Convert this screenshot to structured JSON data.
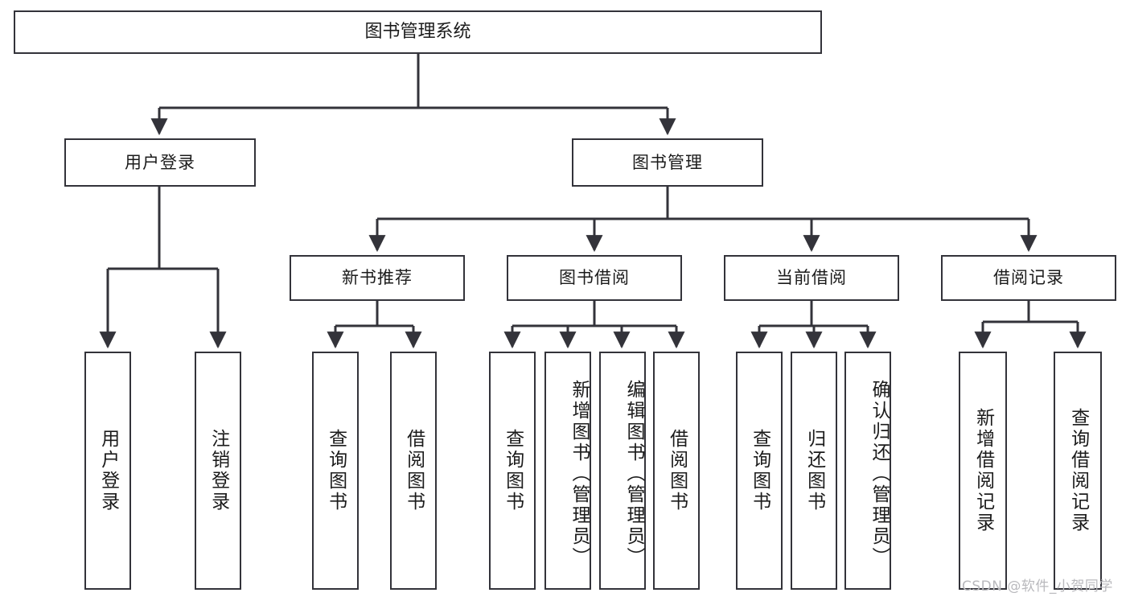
{
  "diagram": {
    "title": "图书管理系统",
    "type": "tree",
    "watermark": "CSDN @软件_小贺同学",
    "colors": {
      "node_border": "#33333a",
      "node_fill": "#ffffff",
      "edge": "#33333a",
      "text": "#1b1b1b",
      "watermark": "#b9b9bd",
      "background": "#ffffff"
    },
    "nodes": {
      "root": {
        "label": "图书管理系统"
      },
      "level2": [
        {
          "label": "用户登录"
        },
        {
          "label": "图书管理"
        }
      ],
      "level3": [
        {
          "label": "新书推荐"
        },
        {
          "label": "图书借阅"
        },
        {
          "label": "当前借阅"
        },
        {
          "label": "借阅记录"
        }
      ],
      "leaves": {
        "user_login": [
          {
            "label": "用户登录"
          },
          {
            "label": "注销登录"
          }
        ],
        "new_book_recommend": [
          {
            "label": "查询图书"
          },
          {
            "label": "借阅图书"
          }
        ],
        "book_borrow": [
          {
            "label": "查询图书"
          },
          {
            "label": "新增图书（管理员）"
          },
          {
            "label": "编辑图书（管理员）"
          },
          {
            "label": "借阅图书"
          }
        ],
        "current_borrow": [
          {
            "label": "查询图书"
          },
          {
            "label": "归还图书"
          },
          {
            "label": "确认归还（管理员）"
          }
        ],
        "borrow_records": [
          {
            "label": "新增借阅记录"
          },
          {
            "label": "查询借阅记录"
          }
        ]
      }
    }
  }
}
